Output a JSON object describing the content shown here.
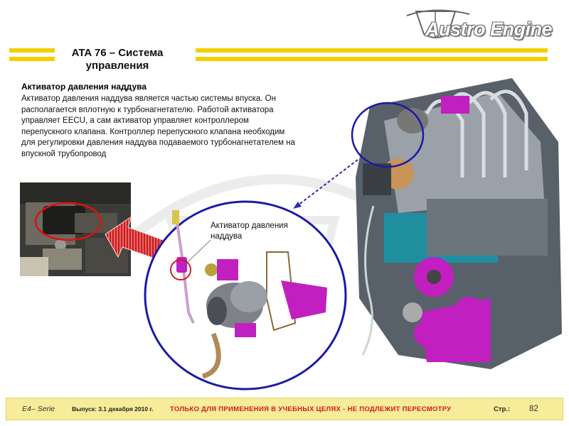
{
  "header": {
    "logo_text": "Austro Engine",
    "title": "ATA 76 – Система управления"
  },
  "content": {
    "heading": "Активатор давления наддува",
    "body": "Активатор давления наддува является частью системы впуска. Он располагается вплотную к турбонагнетателю. Работой активатора управляет EECU, а сам активатор управляет контроллером перепускного клапана. Контроллер перепускного клапана необходим для регулировки давления наддува подаваемого турбонагнетателем на впускной трубопровод",
    "callout_label": "Активатор давления наддува"
  },
  "footer": {
    "serie": "E4– Serie",
    "issue": "Выпуск: 3.1 декабря 2010 г.",
    "warning": "ТОЛЬКО ДЛЯ ПРИМЕНЕНИЯ В УЧЕБНЫХ ЦЕЛЯХ - НЕ ПОДЛЕЖИТ ПЕРЕСМОТРУ",
    "page_label": "Стр.:",
    "page_number": "82"
  },
  "colors": {
    "accent_yellow": "#f5d000",
    "footer_bg": "#f6ec9a",
    "warning_red": "#d21a1a",
    "circle_blue": "#1a1aa6",
    "arrow_red": "#d01818",
    "engine_magenta": "#c21fc0",
    "engine_teal": "#1f8fa0"
  }
}
